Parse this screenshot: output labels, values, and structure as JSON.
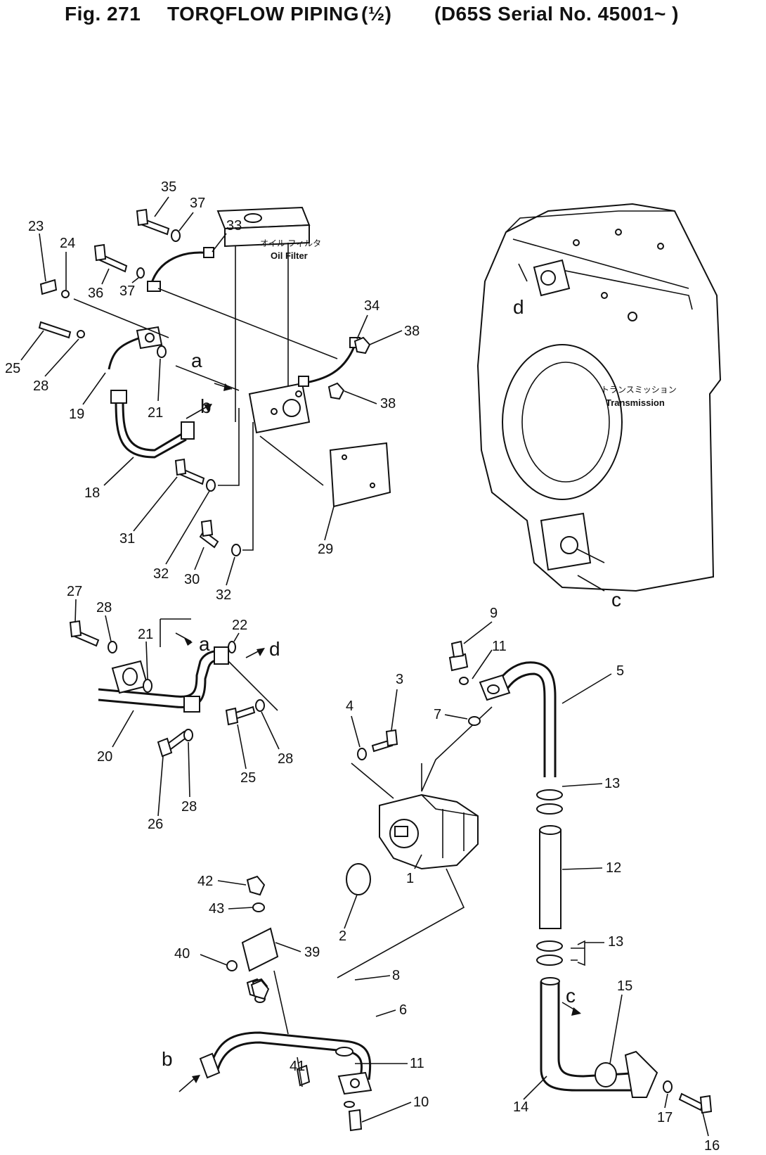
{
  "header": {
    "fig": "Fig. 271",
    "title": "TORQFLOW PIPING",
    "fraction": "(½)",
    "serial": "(D65S Serial No. 45001~ )"
  },
  "components": {
    "oil_filter_jp": "オイル フィルタ",
    "oil_filter": "Oil Filter",
    "transmission_jp": "トランスミッション",
    "transmission": "Transmission"
  },
  "connection_letters": {
    "a": "a",
    "b": "b",
    "c": "c",
    "d": "d"
  },
  "part_numbers": [
    "1",
    "2",
    "3",
    "4",
    "5",
    "6",
    "7",
    "8",
    "9",
    "10",
    "11",
    "12",
    "13",
    "14",
    "15",
    "16",
    "17",
    "18",
    "19",
    "20",
    "21",
    "22",
    "23",
    "24",
    "25",
    "26",
    "27",
    "28",
    "29",
    "30",
    "31",
    "32",
    "33",
    "34",
    "35",
    "36",
    "37",
    "38",
    "39",
    "40",
    "41",
    "42",
    "43"
  ]
}
